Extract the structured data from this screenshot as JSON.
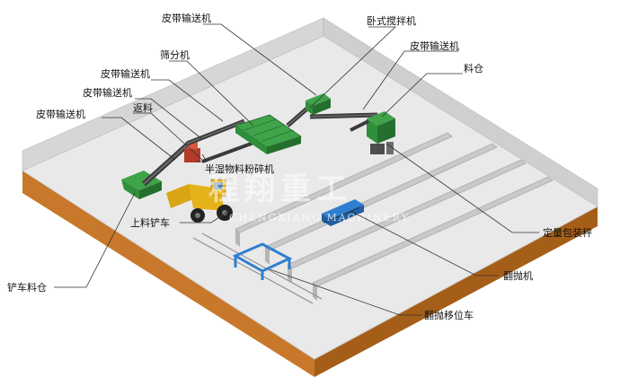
{
  "labels": {
    "belt_conveyor_top": "皮带输送机",
    "horizontal_mixer": "卧式搅拌机",
    "screening_machine": "筛分机",
    "belt_conveyor_right": "皮带输送机",
    "bin": "料仓",
    "belt_conveyor_mid": "皮带输送机",
    "belt_conveyor_mid2": "皮带输送机",
    "return_material": "返料",
    "belt_conveyor_left": "皮带输送机",
    "semi_wet_crusher": "半湿物料粉碎机",
    "loader": "上料铲车",
    "loader_hopper": "铲车料仓",
    "packing_scale": "定量包装秤",
    "turner": "翻抛机",
    "turner_shift_car": "翻抛移位车"
  },
  "watermark": {
    "main": "程翔重工",
    "sub": "CHENGXIANG MACHINERY"
  },
  "colors": {
    "floor": "#e9e9e9",
    "wall_back": "#d6d6d6",
    "base_orange": "#c8782a",
    "base_orange_dark": "#a55e18",
    "machine_green": "#2f8f3a",
    "belt_dark": "#3a3a3a",
    "loader_yellow": "#e6b21a",
    "turner_blue": "#2f7fd0",
    "trough": "#bfbfbf"
  },
  "icons": {
    "loader": "wheel-loader-icon",
    "turner": "compost-turner-icon",
    "mixer": "mixer-icon",
    "scale": "packing-scale-icon"
  }
}
